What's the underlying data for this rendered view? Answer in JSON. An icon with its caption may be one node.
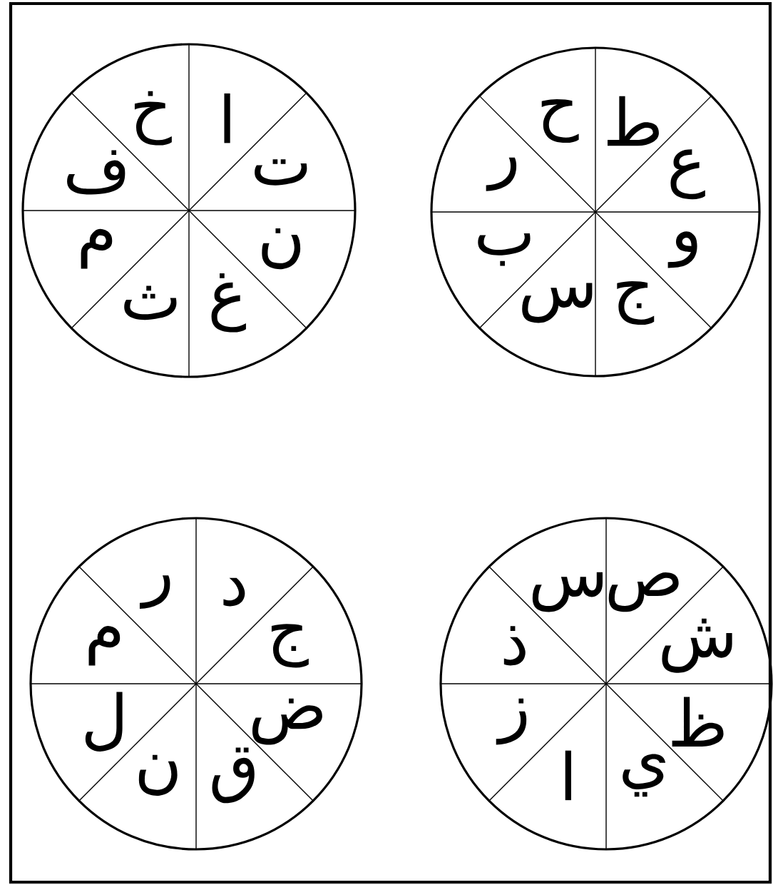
{
  "diagram": {
    "nodes": [
      {
        "text": [
          "ا",
          "ت",
          "ن",
          "غ",
          "ث",
          "م",
          "ف",
          "خ"
        ]
      },
      {
        "text": [
          "ط",
          "ع",
          "و",
          "ج",
          "س",
          "ب",
          "ر",
          "ح"
        ]
      },
      {
        "text": [
          "د",
          "ج",
          "ض",
          "ق",
          "ن",
          "ل",
          "م",
          "ر"
        ]
      },
      {
        "text": [
          "ص",
          "ش",
          "ظ",
          "ي",
          "ا",
          "ز",
          "ذ",
          "س"
        ]
      }
    ]
  }
}
